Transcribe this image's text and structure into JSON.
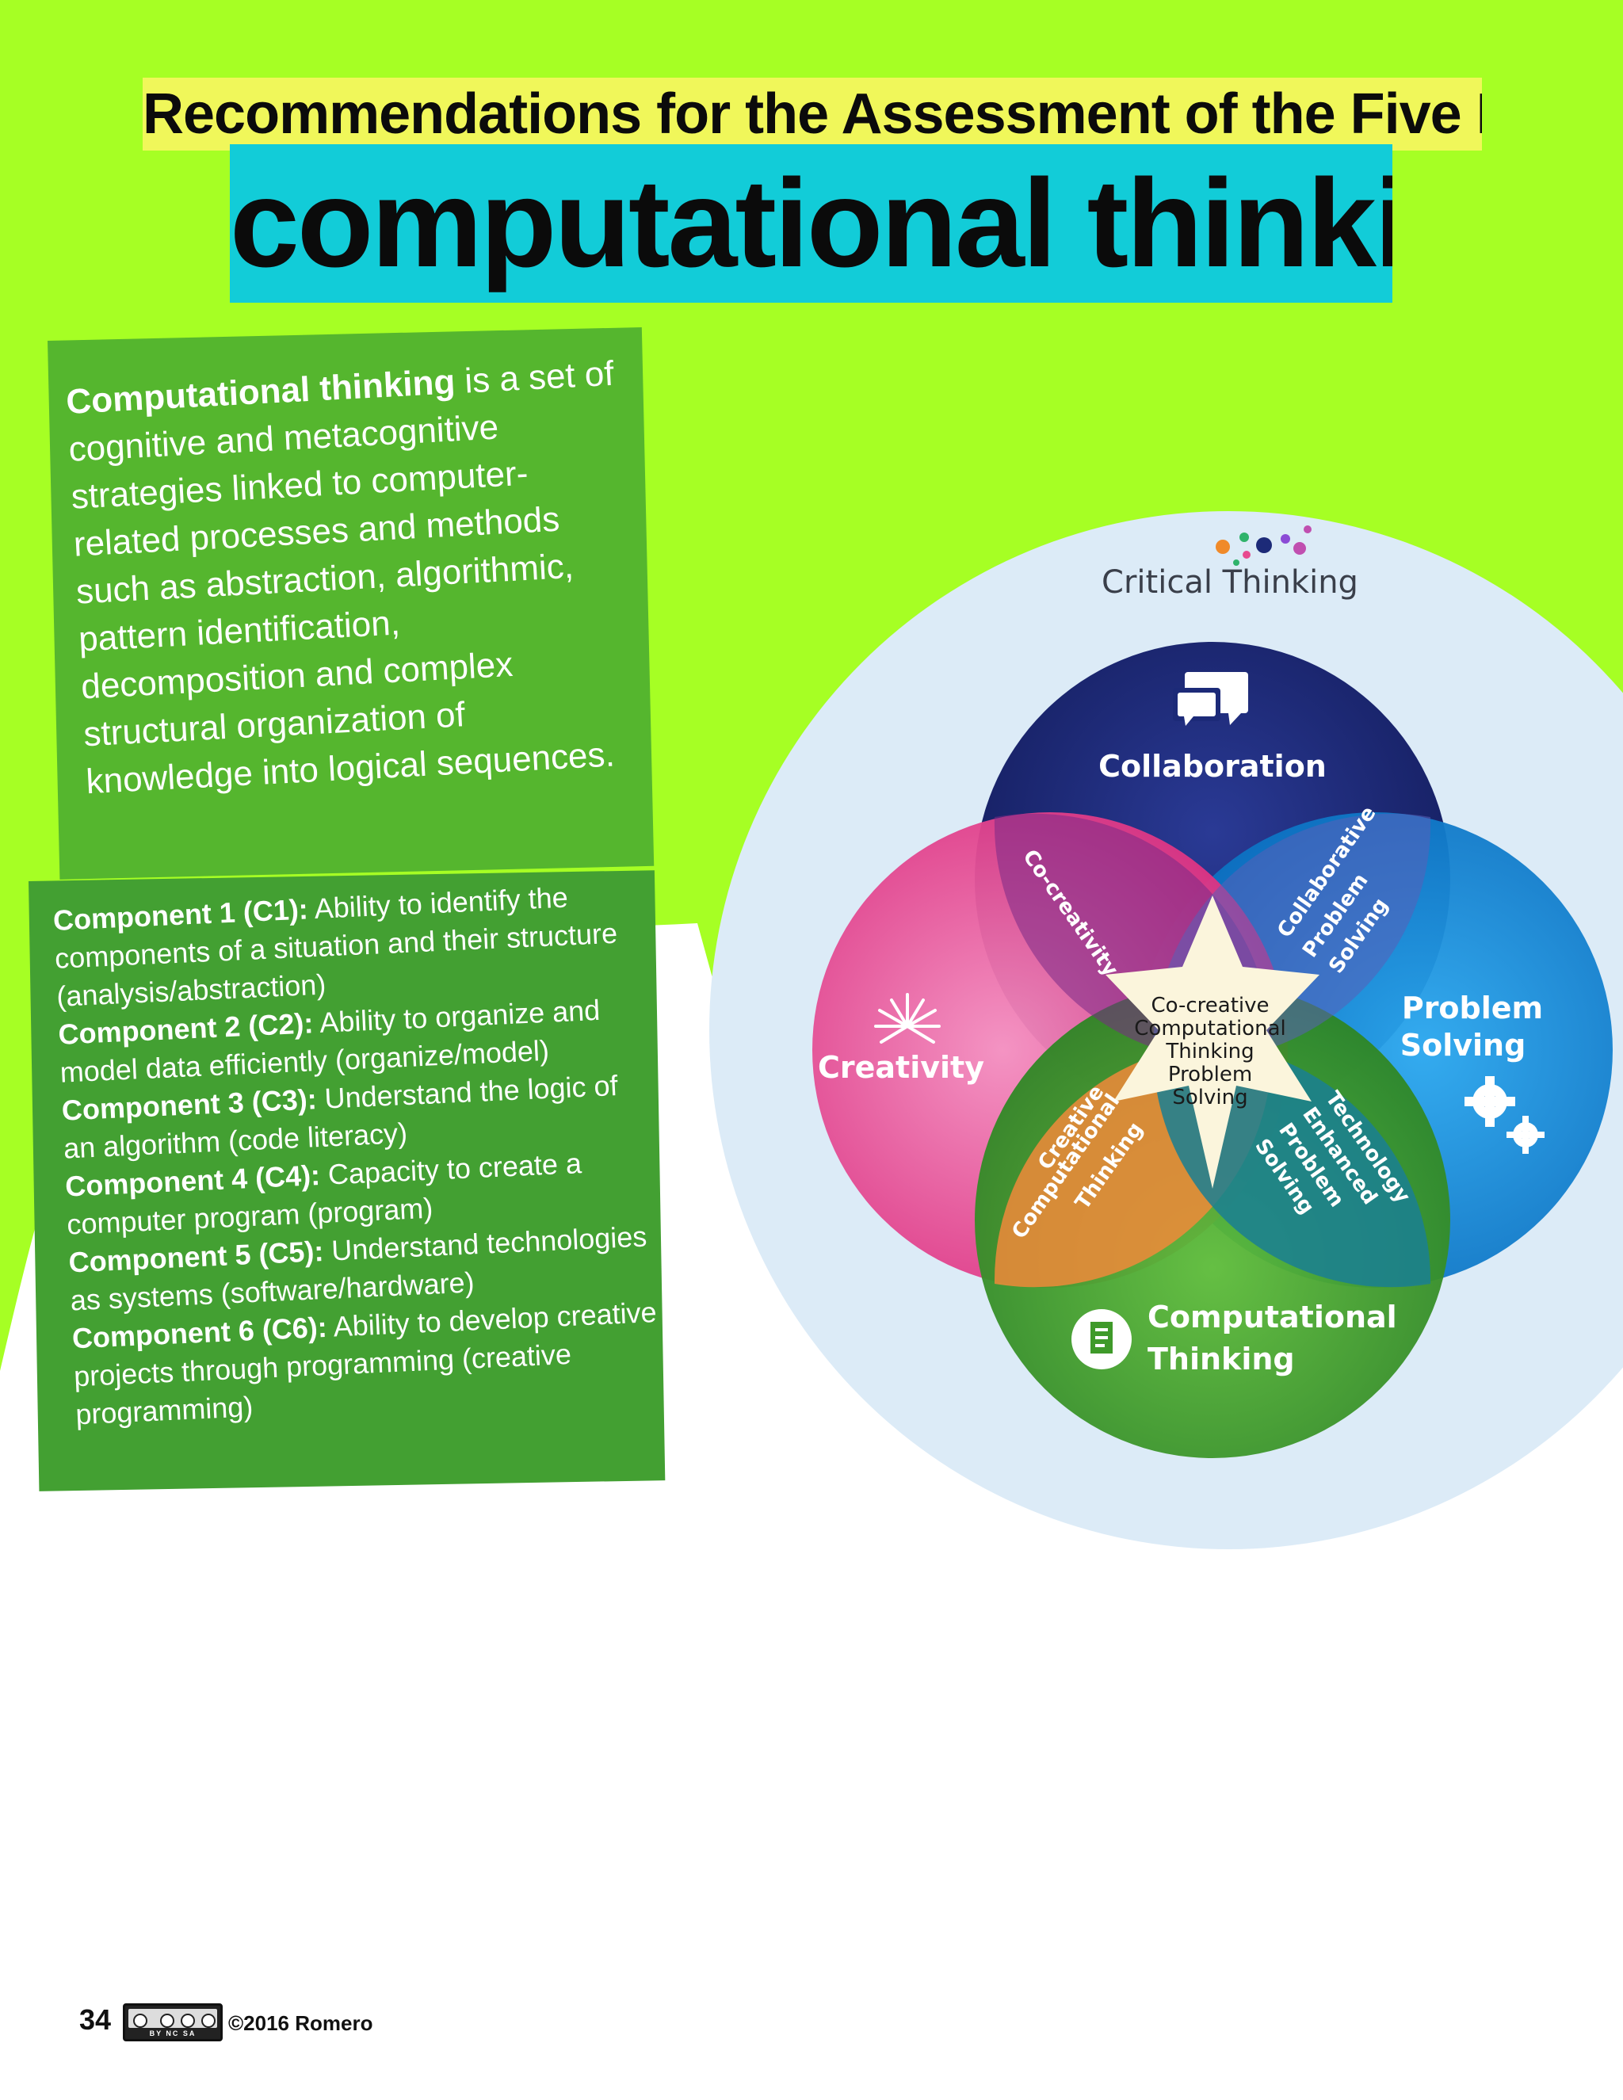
{
  "header": {
    "super_title": "Recommendations for the Assessment of the Five Key Skills",
    "title": "computational thinking"
  },
  "definition": {
    "term": "Computational thinking",
    "text": " is a set of cognitive and metacognitive strategies linked to computer-related processes and methods such as abstraction, algorithmic, pattern identification, decomposition and complex structural organization of knowledge into logical sequences."
  },
  "components": [
    {
      "label": "Component 1 (C1):",
      "text": " Ability to identify the components of a situation and their structure (analysis/abstraction)"
    },
    {
      "label": "Component 2 (C2):",
      "text": " Ability to organize and model data efficiently (organize/model)"
    },
    {
      "label": "Component 3 (C3):",
      "text": " Understand the logic of an algorithm (code literacy)"
    },
    {
      "label": "Component 4 (C4):",
      "text": " Capacity to create a computer program (program)"
    },
    {
      "label": "Component 5 (C5):",
      "text": " Understand technologies as systems (software/hardware)"
    },
    {
      "label": "Component 6 (C6):",
      "text": " Ability to develop creative projects through programming (creative programming)"
    }
  ],
  "diagram": {
    "outer": "Critical Thinking",
    "collaboration": "Collaboration",
    "creativity": "Creativity",
    "problem_solving_1": "Problem",
    "problem_solving_2": "Solving",
    "computational_1": "Computational",
    "computational_2": "Thinking",
    "co_creativity": "Co-creativity",
    "collab_ps_1": "Collaborative",
    "collab_ps_2": "Problem",
    "collab_ps_3": "Solving",
    "creative_ct_1": "Creative",
    "creative_ct_2": "Computational",
    "creative_ct_3": "Thinking",
    "tech_ps_1": "Technology",
    "tech_ps_2": "Enhanced",
    "tech_ps_3": "Problem",
    "tech_ps_4": "Solving",
    "center_1": "Co-creative",
    "center_2": "Computational",
    "center_3": "Thinking",
    "center_4": "Problem",
    "center_5": "Solving",
    "colors": {
      "collaboration": "#1c2a78",
      "creativity": "#e4458f",
      "problem_solving": "#1186d6",
      "computational": "#3f9a2a",
      "halo": "#dcebf7",
      "page_green": "#a6ff24"
    }
  },
  "footer": {
    "page_number": "34",
    "license_sub": "BY NC SA",
    "copyright": "©2016 Romero"
  }
}
